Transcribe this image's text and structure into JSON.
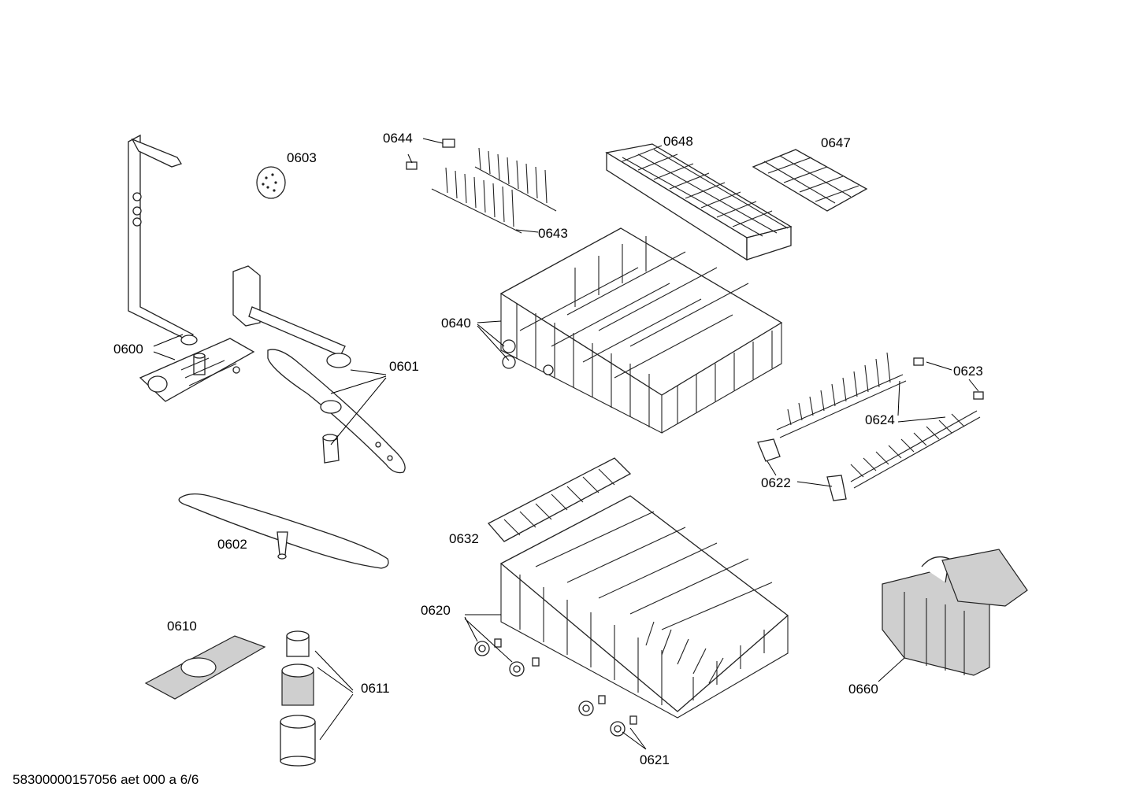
{
  "footer": "58300000157056 aet 000 a 6/6",
  "parts": {
    "p0600": "0600",
    "p0601": "0601",
    "p0602": "0602",
    "p0603": "0603",
    "p0610": "0610",
    "p0611": "0611",
    "p0620": "0620",
    "p0621": "0621",
    "p0622": "0622",
    "p0623": "0623",
    "p0624": "0624",
    "p0632": "0632",
    "p0640": "0640",
    "p0643": "0643",
    "p0644": "0644",
    "p0647": "0647",
    "p0648": "0648",
    "p0660": "0660"
  }
}
